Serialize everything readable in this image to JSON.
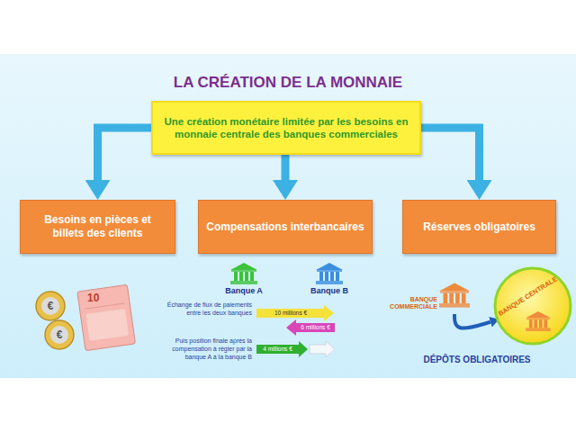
{
  "diagram": {
    "title": "LA CRÉATION DE LA MONNAIE",
    "nodes": [
      {
        "text": [
          "Une création monétaire limitée par les besoins en monnaie centrale des banques commerciales"
        ]
      },
      {
        "text": [
          "Besoins en pièces et billets des clients"
        ]
      },
      {
        "text": [
          "Compensations interbancaires"
        ]
      },
      {
        "text": [
          "Réserves obligatoires"
        ]
      },
      {
        "text": [
          "BANQUE COMMERCIALE"
        ]
      },
      {
        "text": [
          "BANQUE CENTRALE"
        ]
      }
    ],
    "edges": [
      {
        "from": 0,
        "to": 1,
        "arrow": "to"
      },
      {
        "from": 0,
        "to": 2,
        "arrow": "to"
      },
      {
        "from": 0,
        "to": 3,
        "arrow": "to"
      },
      {
        "from": 4,
        "to": 5,
        "arrow": "to"
      }
    ],
    "labels": [
      "Banque A",
      "Banque B",
      "Échange de flux de paiements entre les deux banques",
      "10 millions €",
      "6 millions €",
      "Puis position finale après la compensation à régler par la banque A à la banque B",
      "4 millions €",
      "DÉPÔTS OBLIGATOIRES",
      "10",
      "€",
      "€"
    ]
  }
}
